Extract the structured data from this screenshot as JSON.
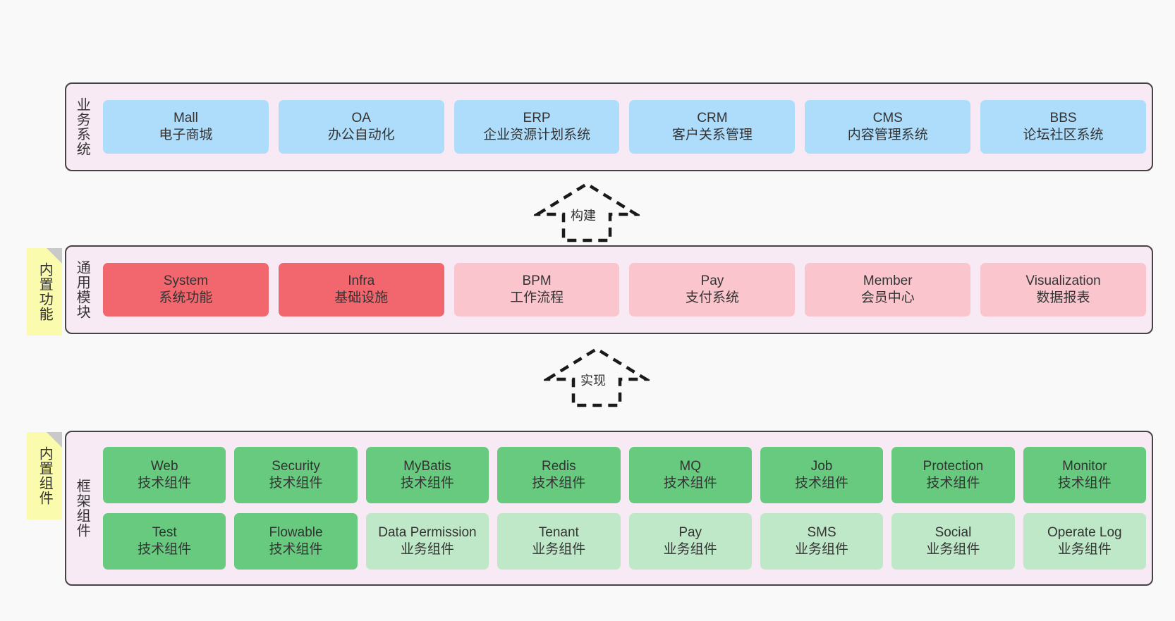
{
  "business": {
    "title": "业务系统",
    "items": [
      {
        "en": "Mall",
        "cn": "电子商城"
      },
      {
        "en": "OA",
        "cn": "办公自动化"
      },
      {
        "en": "ERP",
        "cn": "企业资源计划系统"
      },
      {
        "en": "CRM",
        "cn": "客户关系管理"
      },
      {
        "en": "CMS",
        "cn": "内容管理系统"
      },
      {
        "en": "BBS",
        "cn": "论坛社区系统"
      }
    ]
  },
  "arrow_build": {
    "label": "构建"
  },
  "arrow_impl": {
    "label": "实现"
  },
  "common": {
    "sticky": "内置功能",
    "title": "通用模块",
    "items": [
      {
        "en": "System",
        "cn": "系统功能",
        "tone": "red"
      },
      {
        "en": "Infra",
        "cn": "基础设施",
        "tone": "red"
      },
      {
        "en": "BPM",
        "cn": "工作流程",
        "tone": "pink"
      },
      {
        "en": "Pay",
        "cn": "支付系统",
        "tone": "pink"
      },
      {
        "en": "Member",
        "cn": "会员中心",
        "tone": "pink"
      },
      {
        "en": "Visualization",
        "cn": "数据报表",
        "tone": "pink"
      }
    ]
  },
  "framework": {
    "sticky": "内置组件",
    "title": "框架组件",
    "row1": [
      {
        "en": "Web",
        "cn": "技术组件",
        "tone": "green"
      },
      {
        "en": "Security",
        "cn": "技术组件",
        "tone": "green"
      },
      {
        "en": "MyBatis",
        "cn": "技术组件",
        "tone": "green"
      },
      {
        "en": "Redis",
        "cn": "技术组件",
        "tone": "green"
      },
      {
        "en": "MQ",
        "cn": "技术组件",
        "tone": "green"
      },
      {
        "en": "Job",
        "cn": "技术组件",
        "tone": "green"
      },
      {
        "en": "Protection",
        "cn": "技术组件",
        "tone": "green"
      },
      {
        "en": "Monitor",
        "cn": "技术组件",
        "tone": "green"
      }
    ],
    "row2": [
      {
        "en": "Test",
        "cn": "技术组件",
        "tone": "green"
      },
      {
        "en": "Flowable",
        "cn": "技术组件",
        "tone": "green"
      },
      {
        "en": "Data Permission",
        "cn": "业务组件",
        "tone": "lgreen"
      },
      {
        "en": "Tenant",
        "cn": "业务组件",
        "tone": "lgreen"
      },
      {
        "en": "Pay",
        "cn": "业务组件",
        "tone": "lgreen"
      },
      {
        "en": "SMS",
        "cn": "业务组件",
        "tone": "lgreen"
      },
      {
        "en": "Social",
        "cn": "业务组件",
        "tone": "lgreen"
      },
      {
        "en": "Operate Log",
        "cn": "业务组件",
        "tone": "lgreen"
      }
    ]
  },
  "colors": {
    "background": "#f9f9f9",
    "panel_bg": "#f8eaf5",
    "panel_border": "#444444",
    "blue": "#aedcfb",
    "red": "#f2676d",
    "pink": "#fac5cd",
    "green": "#67ca7f",
    "light_green": "#bfe8c8",
    "sticky_yellow": "#fbfbad",
    "sticky_fold": "#c9c9c9",
    "text": "#333333"
  }
}
